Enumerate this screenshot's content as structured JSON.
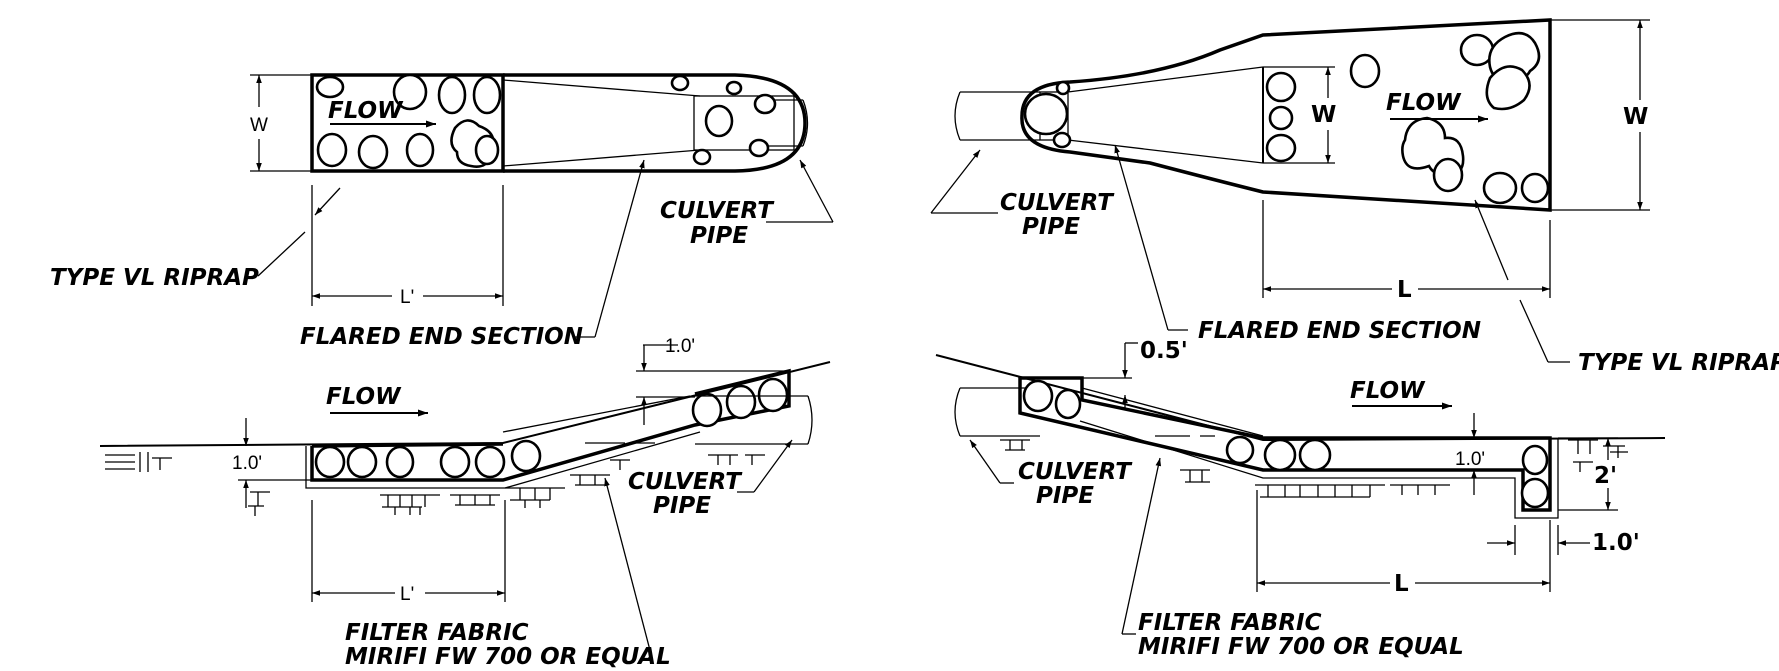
{
  "labels": {
    "flow": "FLOW",
    "culvert_line1": "CULVERT",
    "culvert_line2": "PIPE",
    "riprap": "TYPE VL RIPRAP",
    "flared_end": "FLARED END SECTION",
    "fabric_line1": "FILTER FABRIC",
    "fabric_line2": "MIRIFI FW 700 OR EQUAL"
  },
  "dims": {
    "w": "W",
    "l_prime": "L'",
    "l": "L",
    "one_ft": "1.0'",
    "half_ft": "0.5'",
    "two_ft": "2'"
  },
  "colors": {
    "ink": "#000000",
    "paper": "#ffffff"
  }
}
